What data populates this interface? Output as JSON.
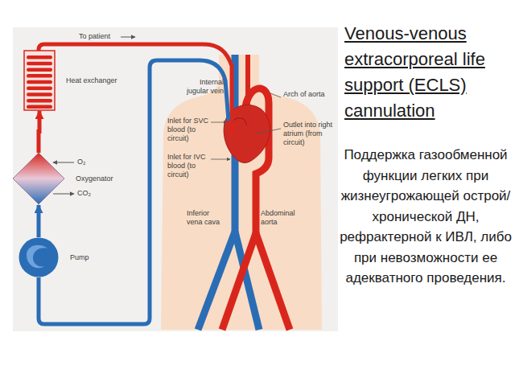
{
  "diagram": {
    "title": "Venous-venous extracorporeal life support (ECLS) cannulation",
    "caption": "Поддержка газообменной функции легких при жизнеугрожающей острой/хронической ДН, рефрактерной к ИВЛ, либо при невозможности ее адекватного проведения.",
    "nodes": [
      {
        "text": [
          "Heat exchanger"
        ]
      },
      {
        "text": [
          "Oxygenator"
        ]
      },
      {
        "text": [
          "Pump"
        ]
      }
    ],
    "edges": [
      {
        "from": 2,
        "to": 1,
        "arrow": "to"
      },
      {
        "from": 1,
        "to": 0,
        "arrow": "to"
      }
    ],
    "labels": [
      "To patient",
      "O₂",
      "CO₂",
      "Internal jugular vein",
      "Arch of aorta",
      "Inlet for SVC blood (to circuit)",
      "Outlet into right atrium (from circuit)",
      "Inlet for IVC blood (to circuit)",
      "Inferior vena cava",
      "Abdominal aorta"
    ]
  }
}
